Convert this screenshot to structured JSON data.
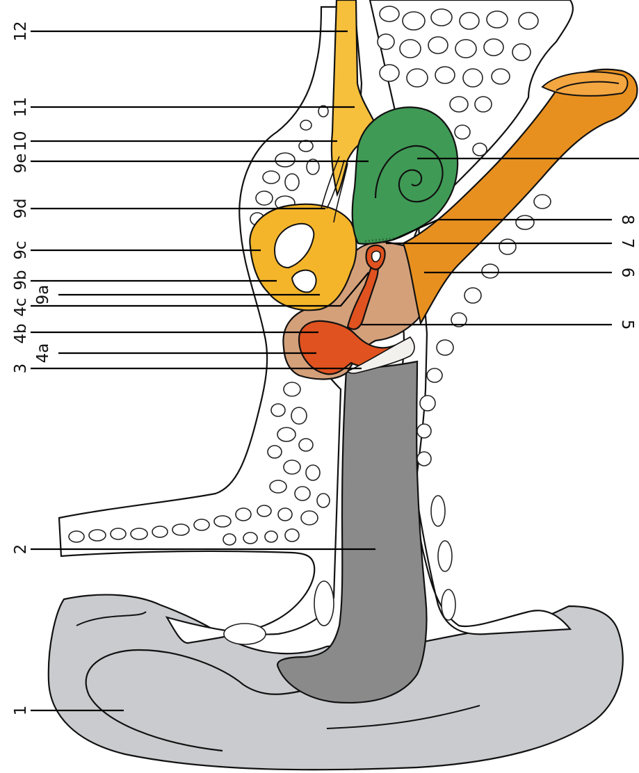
{
  "labels": {
    "l12": "12",
    "l11": "11",
    "l10": "10",
    "l9e": "9e",
    "l9d": "9d",
    "l9c": "9c",
    "l9b": "9b",
    "l9a": "9a",
    "l4c": "4c",
    "l4b": "4b",
    "l4a": "4a",
    "l3": "3",
    "l2": "2",
    "l1": "1",
    "l8": "8",
    "l7": "7",
    "l6": "6",
    "l5": "5"
  },
  "colors": {
    "external_ear": "#c9cbce",
    "ear_canal": "#8a8a8a",
    "tympanic_cavity": "#d4a07a",
    "ossicles": "#e0521f",
    "eustachian_tube": "#e8901f",
    "cochlea": "#3f9a55",
    "vestibular_apparatus": "#f4b52a",
    "nerve": "#f6bf3c",
    "bone": "#ffffff",
    "outline": "#111111"
  }
}
